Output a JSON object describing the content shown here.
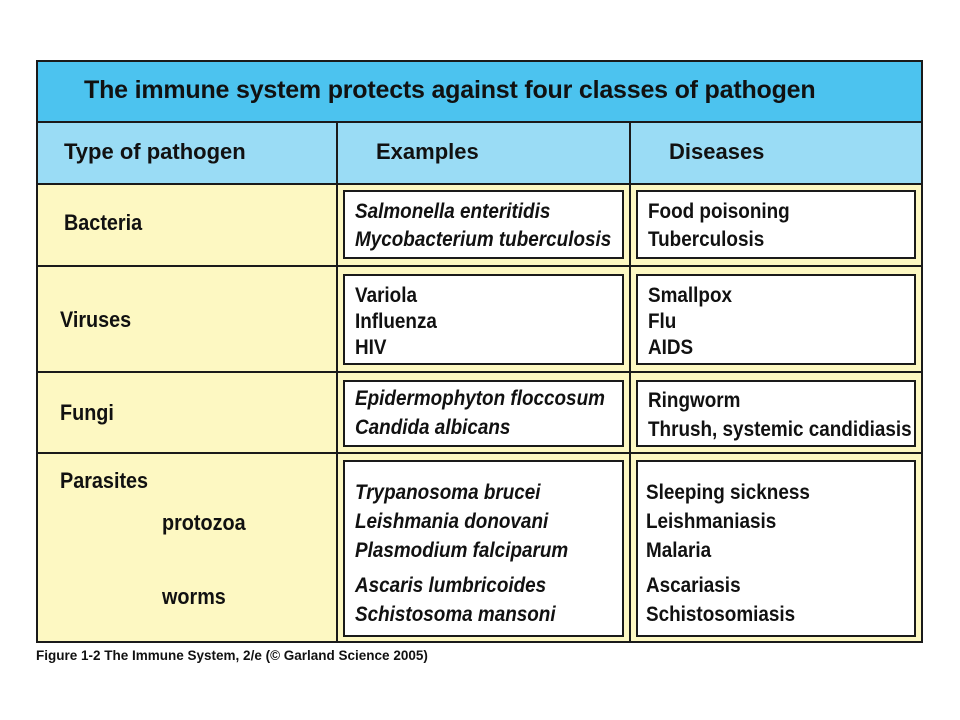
{
  "title": "The immune system protects against four classes of pathogen",
  "headers": [
    "Type of pathogen",
    "Examples",
    "Diseases"
  ],
  "rows": [
    {
      "type": "Bacteria",
      "examples": [
        "Salmonella enteritidis",
        "Mycobacterium tuberculosis"
      ],
      "diseases": [
        "Food poisoning",
        "Tuberculosis"
      ]
    },
    {
      "type": "Viruses",
      "examples": [
        "Variola",
        "Influenza",
        "HIV"
      ],
      "diseases": [
        "Smallpox",
        "Flu",
        "AIDS"
      ]
    },
    {
      "type": "Fungi",
      "examples": [
        "Epidermophyton floccosum",
        "Candida albicans"
      ],
      "diseases": [
        "Ringworm",
        "Thrush, systemic candidiasis"
      ]
    },
    {
      "type": "Parasites",
      "subtypes": [
        "protozoa",
        "worms"
      ],
      "examples": [
        "Trypanosoma brucei",
        "Leishmania donovani",
        "Plasmodium falciparum",
        "Ascaris lumbricoides",
        "Schistosoma mansoni"
      ],
      "diseases": [
        "Sleeping sickness",
        "Leishmaniasis",
        "Malaria",
        "Ascariasis",
        "Schistosomiasis"
      ]
    }
  ],
  "caption": "Figure 1-2 The Immune System, 2/e (© Garland Science 2005)",
  "colors": {
    "title_bg": "#4cc3ef",
    "header_bg": "#9adcf5",
    "body_bg": "#fdf8c2",
    "box_bg": "#ffffff"
  }
}
